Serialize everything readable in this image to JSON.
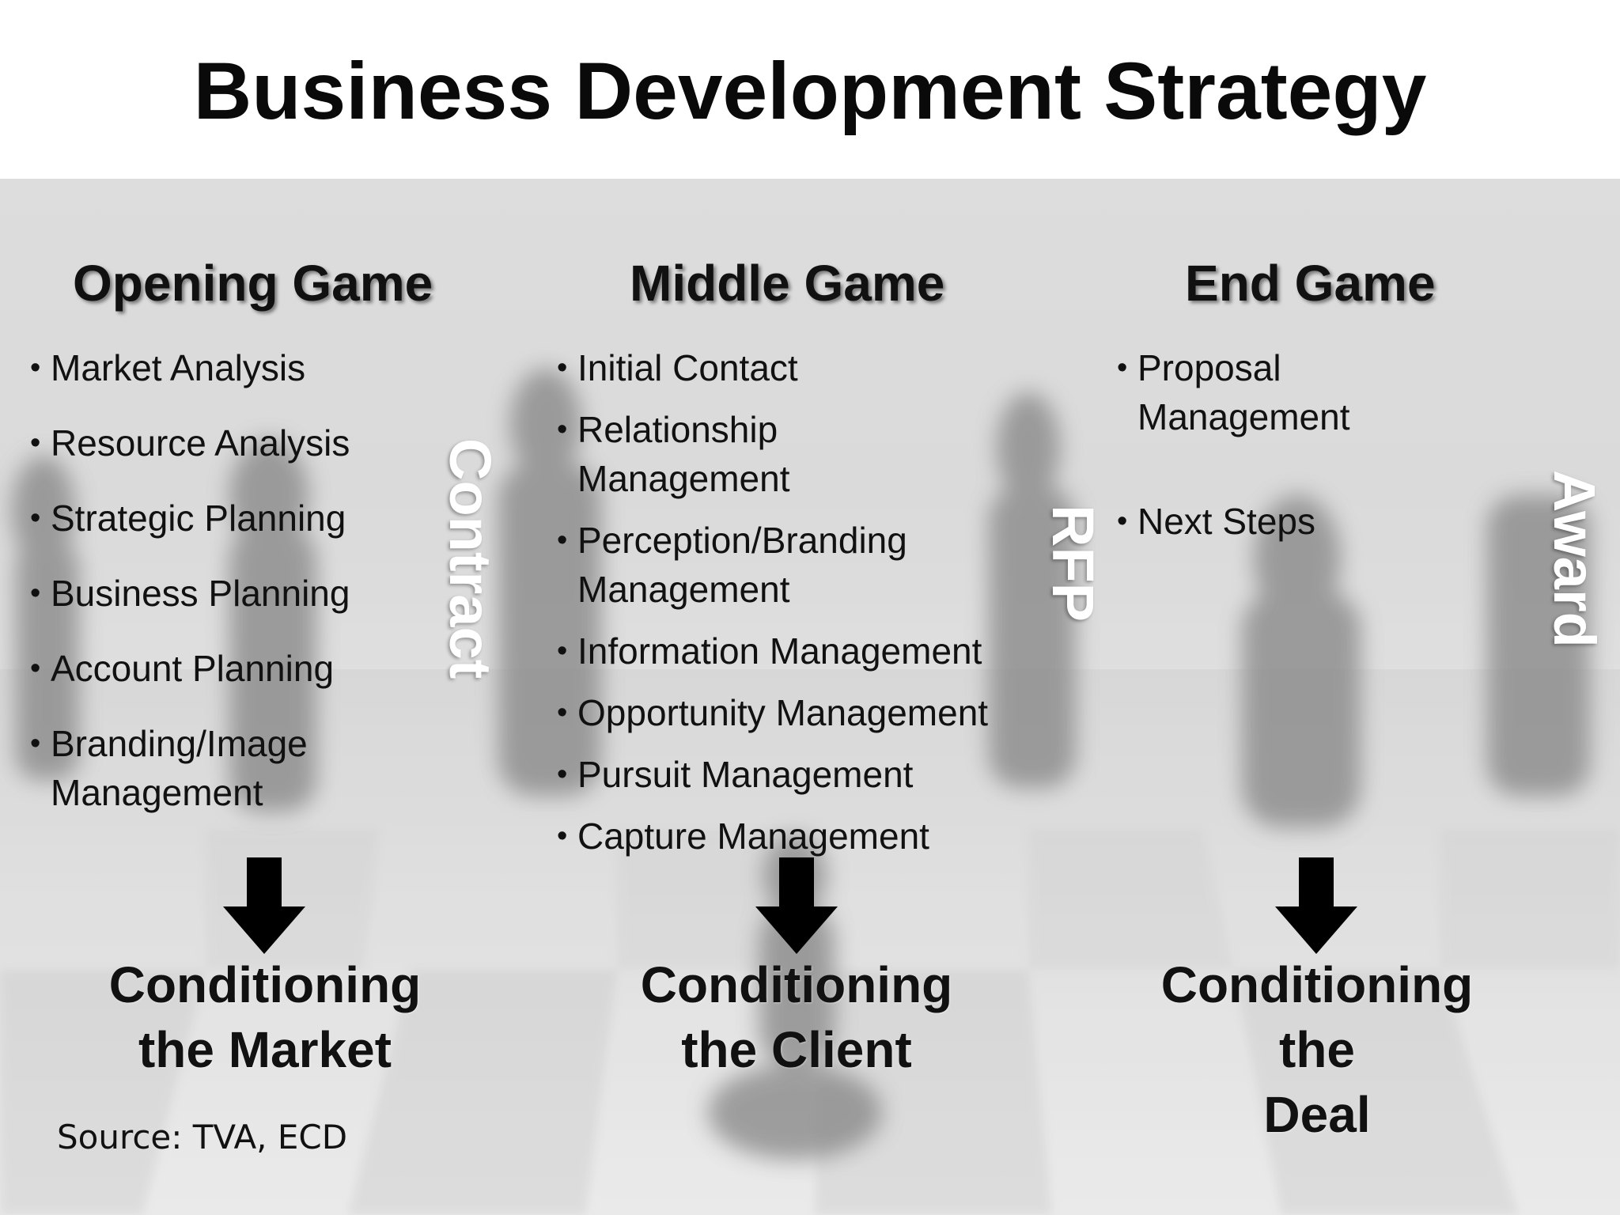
{
  "title": "Business Development Strategy",
  "columns": [
    {
      "heading": "Opening Game",
      "items": [
        "Market Analysis",
        "Resource Analysis",
        "Strategic Planning",
        "Business Planning",
        "Account Planning",
        "Branding/Image Management"
      ],
      "outcome_line1": "Conditioning",
      "outcome_line2": "the Market",
      "outcome_line3": ""
    },
    {
      "heading": "Middle Game",
      "items": [
        "Initial Contact",
        "Relationship Management",
        "Perception/Branding Management",
        "Information Management",
        "Opportunity Management",
        "Pursuit Management",
        "Capture Management"
      ],
      "outcome_line1": "Conditioning",
      "outcome_line2": "the Client",
      "outcome_line3": ""
    },
    {
      "heading": "End Game",
      "items": [
        "Proposal Management",
        "Next Steps"
      ],
      "outcome_line1": "Conditioning",
      "outcome_line2": "the",
      "outcome_line3": "Deal"
    }
  ],
  "milestones": [
    "Contract",
    "RFP",
    "Award"
  ],
  "source": "Source:  TVA, ECD"
}
